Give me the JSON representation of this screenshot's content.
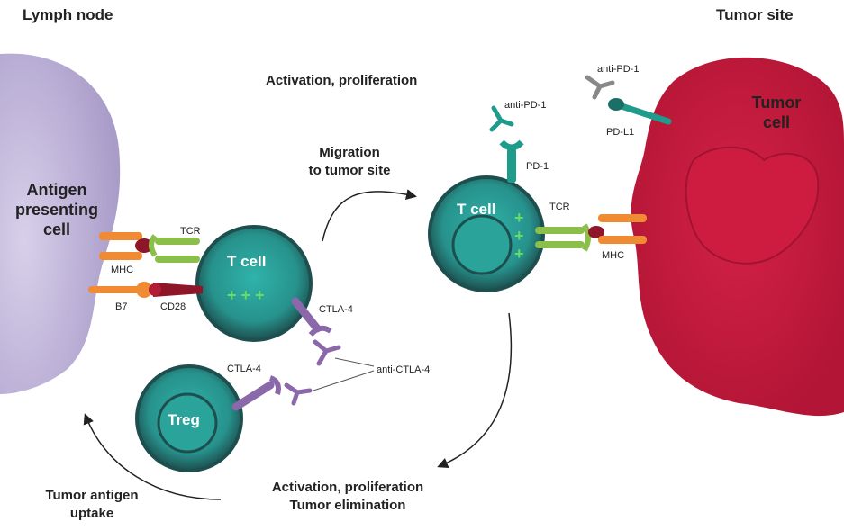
{
  "headings": {
    "left": "Lymph node",
    "right": "Tumor site"
  },
  "cells": {
    "apc": [
      "Antigen",
      "presenting",
      "cell"
    ],
    "tcell_left": "T cell",
    "tcell_right": "T cell",
    "treg": "Treg",
    "tumor": [
      "Tumor",
      "cell"
    ]
  },
  "molecules": {
    "tcr_left": "TCR",
    "mhc_left": "MHC",
    "b7": "B7",
    "cd28": "CD28",
    "ctla4_tcell": "CTLA-4",
    "ctla4_treg": "CTLA-4",
    "anti_ctla4": "anti-CTLA-4",
    "anti_pd1_tcell": "anti-PD-1",
    "anti_pd1_tumor": "anti-PD-1",
    "pd1": "PD-1",
    "pdl1": "PD-L1",
    "tcr_right": "TCR",
    "mhc_right": "MHC"
  },
  "processes": {
    "activation_top": "Activation, proliferation",
    "migration": [
      "Migration",
      "to tumor site"
    ],
    "activation_bottom": [
      "Activation, proliferation",
      "Tumor elimination"
    ],
    "uptake": [
      "Tumor antigen",
      "uptake"
    ]
  },
  "colors": {
    "apc": "#b4a8d2",
    "tcell": "#2ba39b",
    "tcell_dark": "#1f5e5c",
    "tumor": "#c8193c",
    "orange": "#f08a33",
    "green": "#8cbf4a",
    "purple": "#8a68aa",
    "teal_receptor": "#1f9b8c"
  }
}
